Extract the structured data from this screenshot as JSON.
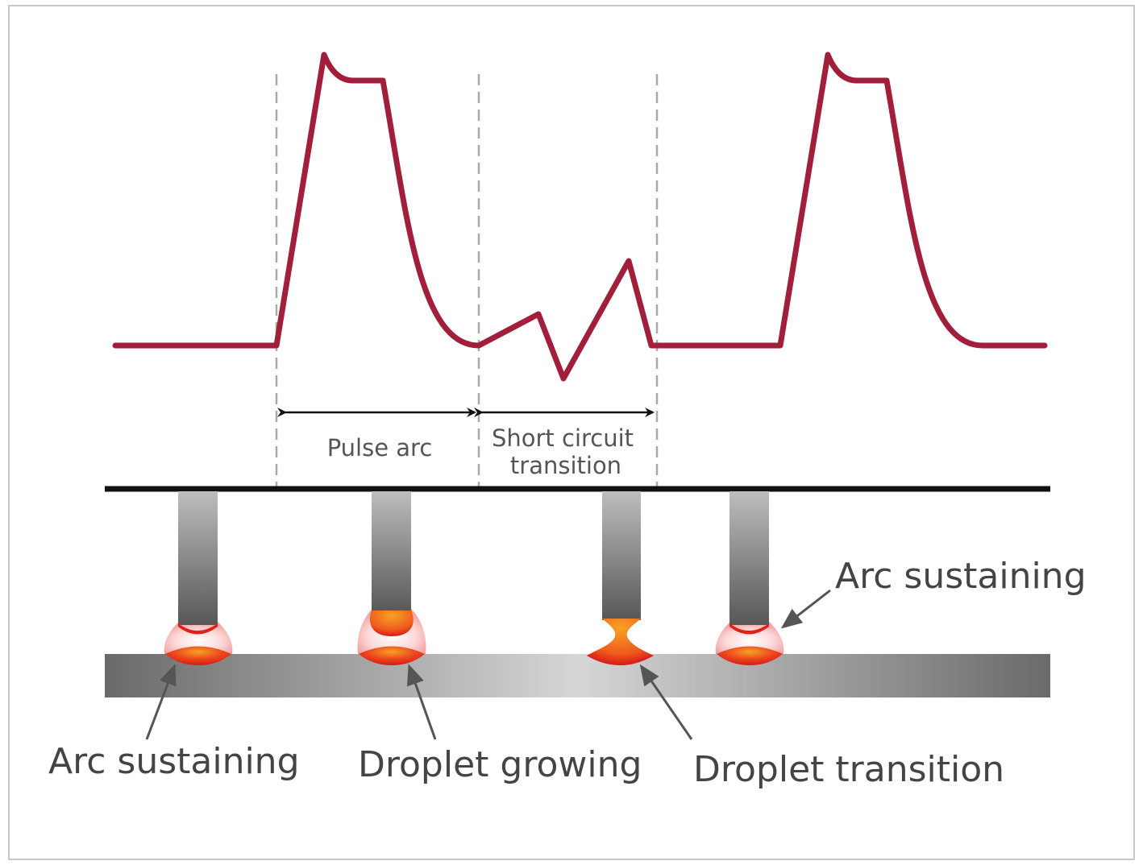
{
  "labels": {
    "pulse_arc": "Pulse arc",
    "short_circuit_line1": "Short circuit",
    "short_circuit_line2": "transition",
    "arc_sustaining_left": "Arc sustaining",
    "droplet_growing": "Droplet growing",
    "droplet_transition": "Droplet transition",
    "arc_sustaining_right": "Arc sustaining"
  },
  "colors": {
    "waveform": "#a11f3a",
    "electrode_light": "#b9b9b9",
    "electrode_dark": "#555555",
    "plate_dark": "#6a6a6a",
    "plate_light": "#d8d8d8",
    "weld_red": "#e2201b",
    "weld_orange": "#f6a623",
    "arc_glow": "#f7b3b3",
    "dashed_line": "#aaaaaa",
    "arrow": "#555555"
  }
}
